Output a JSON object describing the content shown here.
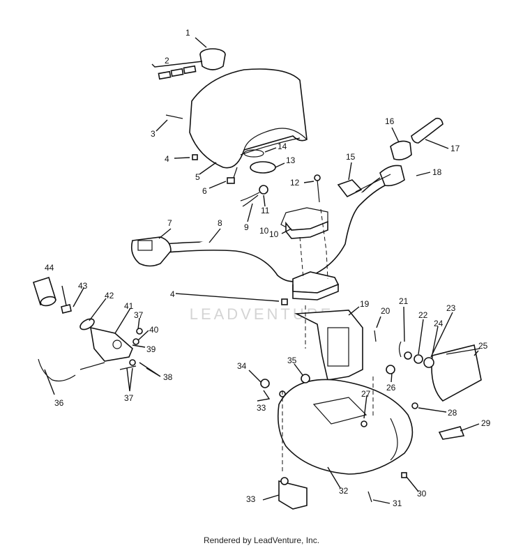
{
  "watermark": "LEADVENTURE",
  "footer": "Rendered by LeadVenture, Inc.",
  "callouts": [
    "1",
    "2",
    "3",
    "4",
    "5",
    "6",
    "7",
    "8",
    "9",
    "10",
    "11",
    "12",
    "13",
    "14",
    "15",
    "16",
    "17",
    "18",
    "19",
    "20",
    "21",
    "22",
    "23",
    "24",
    "25",
    "26",
    "27",
    "28",
    "29",
    "30",
    "31",
    "32",
    "33",
    "34",
    "35",
    "36",
    "37",
    "38",
    "39",
    "40",
    "41",
    "42",
    "43",
    "44"
  ],
  "repeat_callouts": {
    "part4": "4",
    "part10": "10",
    "part33": "33",
    "part37": "37"
  }
}
